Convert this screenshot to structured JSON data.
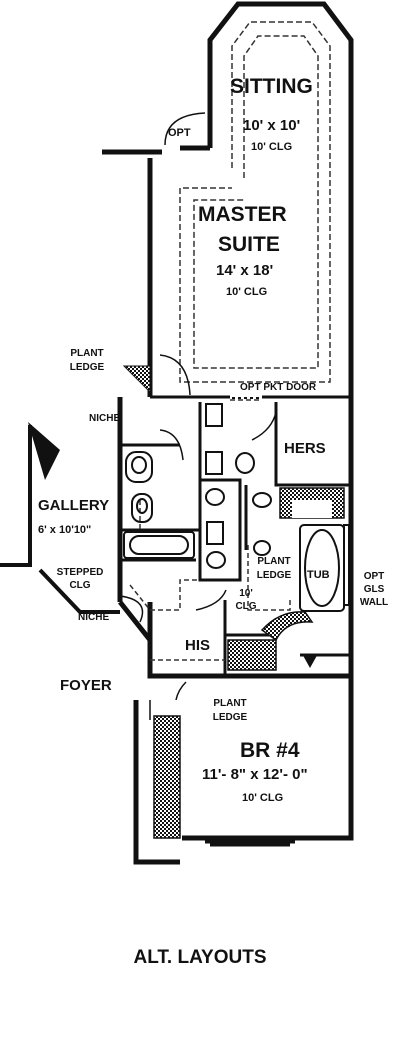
{
  "rooms": {
    "sitting": {
      "name": "SITTING",
      "size": "10' x 10'",
      "ceiling": "10' CLG"
    },
    "master_suite": {
      "name_line1": "MASTER",
      "name_line2": "SUITE",
      "size": "14' x 18'",
      "ceiling": "10' CLG"
    },
    "gallery": {
      "name": "GALLERY",
      "size": "6' x 10'10\"",
      "ceiling_line1": "STEPPED",
      "ceiling_line2": "CLG"
    },
    "br4": {
      "name": "BR #4",
      "size": "11'- 8\" x 12'- 0\"",
      "ceiling": "10' CLG"
    },
    "hers": {
      "name": "HERS"
    },
    "his": {
      "name": "HIS"
    },
    "foyer": {
      "name": "FOYER"
    },
    "tub": {
      "name": "TUB"
    }
  },
  "notes": {
    "opt": "OPT",
    "plant_ledge_1": "PLANT",
    "plant_ledge_2": "LEDGE",
    "niche": "NICHE",
    "opt_pkt_door": "OPT PKT DOOR",
    "bath_ceiling_1": "10'",
    "bath_ceiling_2": "CLG",
    "opt_gls_wall_1": "OPT",
    "opt_gls_wall_2": "GLS",
    "opt_gls_wall_3": "WALL"
  },
  "caption": "ALT. LAYOUTS"
}
